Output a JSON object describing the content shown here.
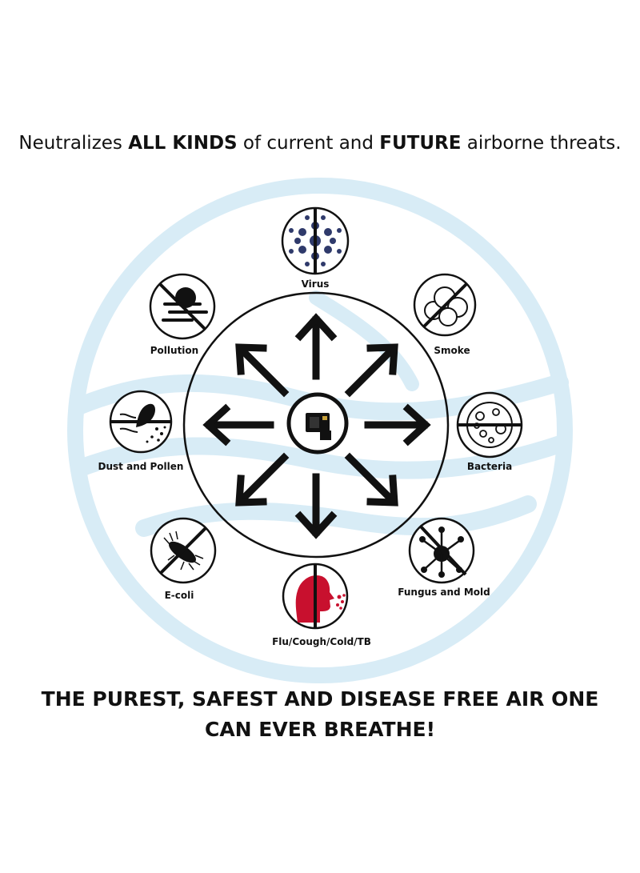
{
  "headline": {
    "prefix": "Neutralizes ",
    "emphasis1": "ALL KINDS",
    "middle": " of current and ",
    "emphasis2": "FUTURE",
    "suffix": " airborne threats."
  },
  "threats": [
    {
      "id": "virus",
      "label": "Virus",
      "icon": "virus-icon"
    },
    {
      "id": "smoke",
      "label": "Smoke",
      "icon": "smoke-icon"
    },
    {
      "id": "bacteria",
      "label": "Bacteria",
      "icon": "bacteria-icon"
    },
    {
      "id": "fungus",
      "label": "Fungus and Mold",
      "icon": "fungus-icon"
    },
    {
      "id": "flu",
      "label": "Flu/Cough/Cold/TB",
      "icon": "cough-icon"
    },
    {
      "id": "ecoli",
      "label": "E-coli",
      "icon": "ecoli-icon"
    },
    {
      "id": "dust",
      "label": "Dust and Pollen",
      "icon": "dust-pollen-icon"
    },
    {
      "id": "pollution",
      "label": "Pollution",
      "icon": "pollution-icon"
    }
  ],
  "center": {
    "icon": "air-purifier-device-icon"
  },
  "tagline": {
    "line1": "THE PUREST, SAFEST AND DISEASE FREE AIR ONE",
    "line2": "CAN EVER BREATHE!"
  },
  "colors": {
    "background_mark": "#d8ecf6",
    "cough_red": "#c8102e",
    "ink": "#111111"
  }
}
